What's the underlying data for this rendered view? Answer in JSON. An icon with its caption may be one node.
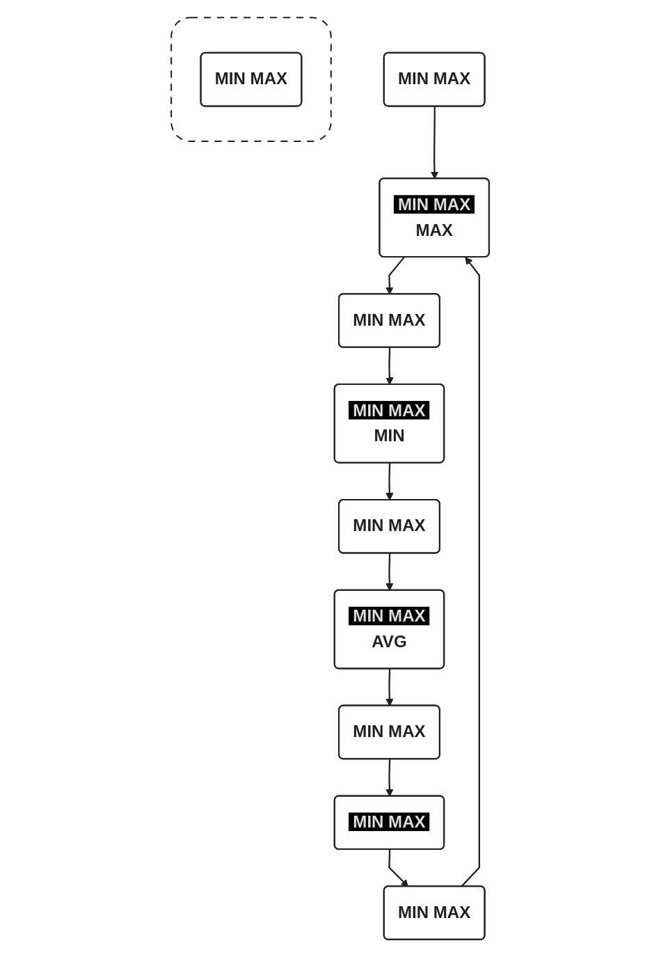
{
  "diagram": {
    "nodes": [
      {
        "text": [
          "MIN MAX"
        ]
      },
      {
        "text": [
          "MIN MAX",
          "MAX"
        ]
      },
      {
        "text": [
          "MIN MAX"
        ]
      },
      {
        "text": [
          "MIN MAX",
          "MIN"
        ]
      },
      {
        "text": [
          "MIN MAX"
        ]
      },
      {
        "text": [],
        "shape": "box"
      },
      {
        "text": [
          "MIN MAX"
        ],
        "in": 5
      },
      {
        "text": [
          "MIN MAX"
        ]
      },
      {
        "text": [
          "MIN MAX"
        ]
      },
      {
        "text": [
          "MIN MAX"
        ]
      },
      {
        "text": [
          "MIN MAX",
          "AVG"
        ]
      }
    ],
    "edges": [
      {
        "from": 0,
        "to": 1,
        "arrow": "to"
      },
      {
        "from": 1,
        "to": 2,
        "arrow": "to"
      },
      {
        "from": 2,
        "to": 3,
        "arrow": "to"
      },
      {
        "from": 3,
        "to": 7,
        "arrow": "to"
      },
      {
        "from": 7,
        "to": 10,
        "arrow": "to"
      },
      {
        "from": 10,
        "to": 9,
        "arrow": "to"
      },
      {
        "from": 9,
        "to": 8,
        "arrow": "to"
      },
      {
        "from": 8,
        "to": 4,
        "arrow": "to"
      },
      {
        "from": 4,
        "to": 1,
        "arrow": "to"
      }
    ]
  }
}
